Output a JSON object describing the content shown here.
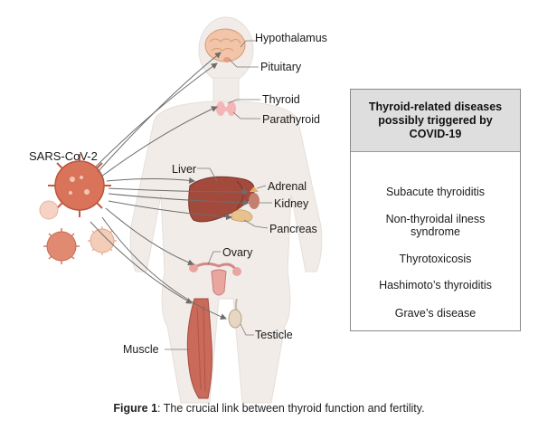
{
  "virus_label": "SARS-CoV-2",
  "organs": {
    "hypothalamus": "Hypothalamus",
    "pituitary": "Pituitary",
    "thyroid": "Thyroid",
    "parathyroid": "Parathyroid",
    "liver": "Liver",
    "adrenal": "Adrenal",
    "kidney": "Kidney",
    "pancreas": "Pancreas",
    "ovary": "Ovary",
    "testicle": "Testicle",
    "muscle": "Muscle"
  },
  "disease_box": {
    "title": "Thyroid-related diseases possibly triggered by COVID-19",
    "items": [
      "Subacute thyroiditis",
      "Non-thyroidal ilness syndrome",
      "Thyrotoxicosis",
      "Hashimoto’s thyroiditis",
      "Grave’s disease"
    ]
  },
  "caption": {
    "label": "Figure 1",
    "text": ": The crucial link between thyroid function and fertility."
  },
  "colors": {
    "body_silhouette": "#f1ece8",
    "virus": "#d9735a",
    "virus_pale": "#f0c7b4",
    "liver": "#a34a3c",
    "muscle": "#c96a5a",
    "arrow": "#6d6d6d",
    "box_header": "#dedede"
  }
}
